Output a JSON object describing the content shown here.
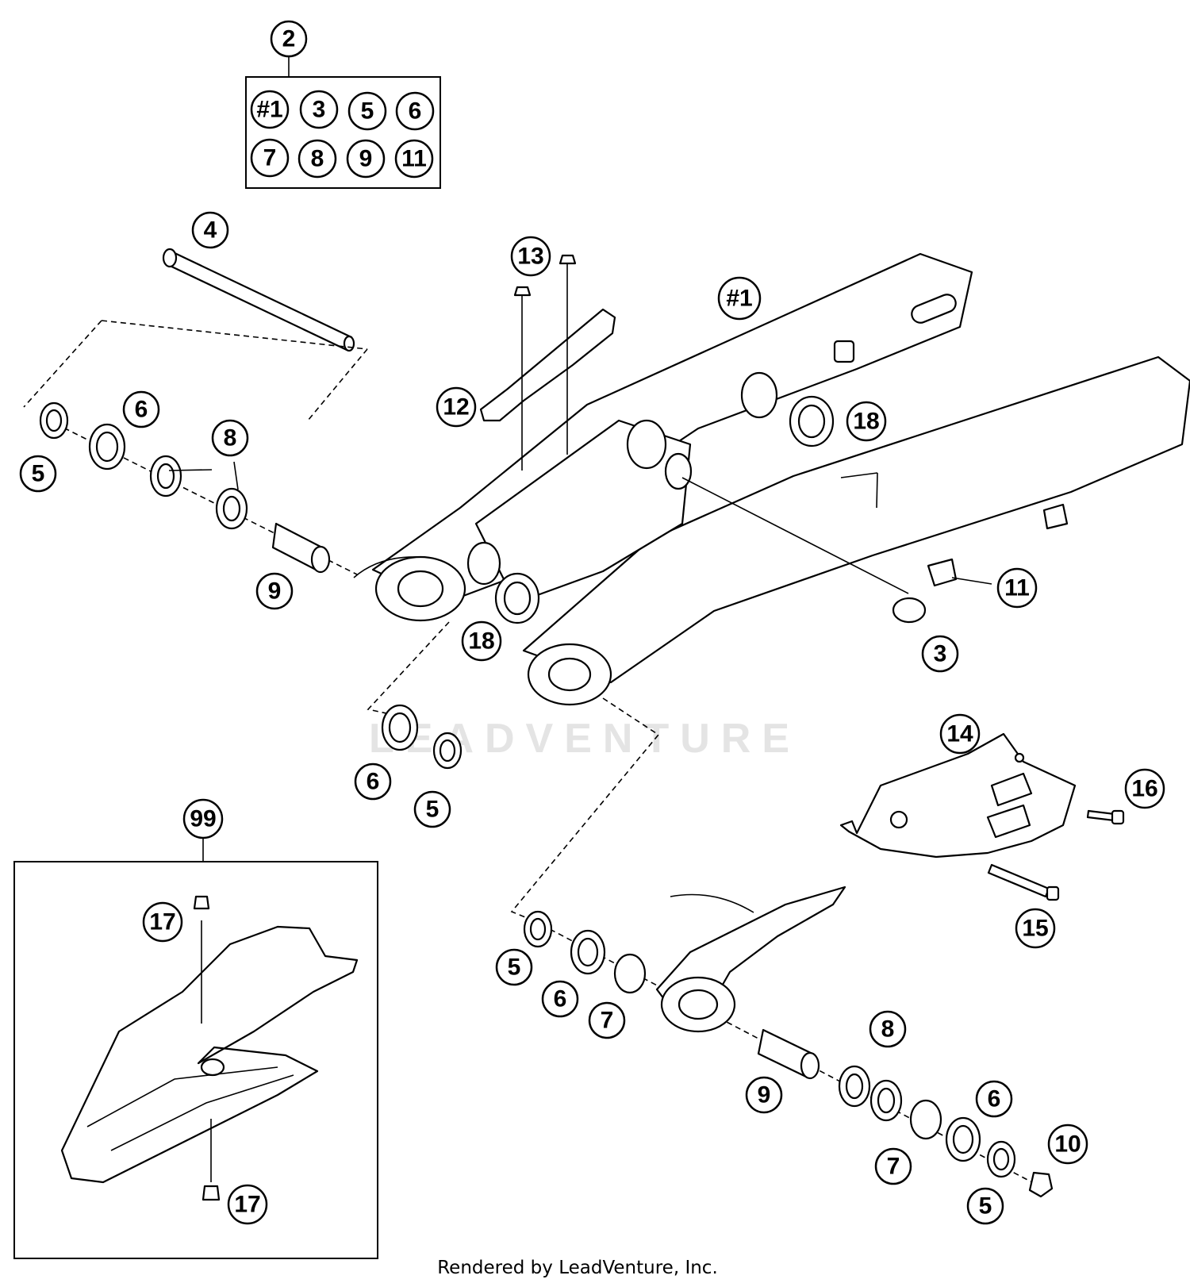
{
  "watermark": "LEADVENTURE",
  "footer": "Rendered by LeadVenture, Inc.",
  "kit": {
    "label": "2",
    "contents": [
      "#1",
      "3",
      "5",
      "6",
      "7",
      "8",
      "9",
      "11"
    ]
  },
  "assembly_box": {
    "label": "99"
  },
  "callouts": [
    {
      "id": "c-2",
      "label": "2"
    },
    {
      "id": "c-4",
      "label": "4"
    },
    {
      "id": "c-13",
      "label": "13"
    },
    {
      "id": "c-h1",
      "label": "#1"
    },
    {
      "id": "c-12",
      "label": "12"
    },
    {
      "id": "c-18a",
      "label": "18"
    },
    {
      "id": "c-6a",
      "label": "6"
    },
    {
      "id": "c-8a",
      "label": "8"
    },
    {
      "id": "c-5a",
      "label": "5"
    },
    {
      "id": "c-9a",
      "label": "9"
    },
    {
      "id": "c-18b",
      "label": "18"
    },
    {
      "id": "c-11",
      "label": "11"
    },
    {
      "id": "c-3",
      "label": "3"
    },
    {
      "id": "c-14",
      "label": "14"
    },
    {
      "id": "c-16",
      "label": "16"
    },
    {
      "id": "c-6b",
      "label": "6"
    },
    {
      "id": "c-5b",
      "label": "5"
    },
    {
      "id": "c-99",
      "label": "99"
    },
    {
      "id": "c-17a",
      "label": "17"
    },
    {
      "id": "c-17b",
      "label": "17"
    },
    {
      "id": "c-15",
      "label": "15"
    },
    {
      "id": "c-5c",
      "label": "5"
    },
    {
      "id": "c-6c",
      "label": "6"
    },
    {
      "id": "c-7a",
      "label": "7"
    },
    {
      "id": "c-8b",
      "label": "8"
    },
    {
      "id": "c-9b",
      "label": "9"
    },
    {
      "id": "c-6d",
      "label": "6"
    },
    {
      "id": "c-10",
      "label": "10"
    },
    {
      "id": "c-7b",
      "label": "7"
    },
    {
      "id": "c-5d",
      "label": "5"
    }
  ]
}
